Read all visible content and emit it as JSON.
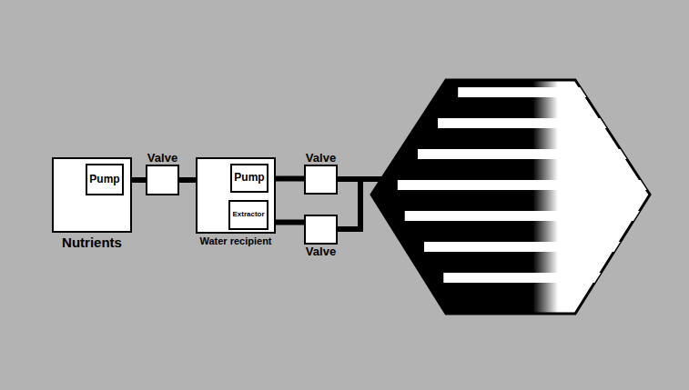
{
  "diagram": {
    "nodes": [
      {
        "text": [
          "Nutrients"
        ]
      },
      {
        "text": [
          "Pump"
        ],
        "in": 0
      },
      {
        "text": [
          "Valve"
        ]
      },
      {
        "text": [
          "Water recipient"
        ]
      },
      {
        "text": [
          "Pump"
        ],
        "in": 3
      },
      {
        "text": [
          "Extractor"
        ],
        "in": 3
      },
      {
        "text": [
          "Valve"
        ]
      },
      {
        "text": [
          "Valve"
        ]
      }
    ],
    "edges": [
      {
        "from": 0,
        "to": 2,
        "arrow": "none"
      },
      {
        "from": 2,
        "to": 3,
        "arrow": "none"
      },
      {
        "from": 4,
        "to": 6,
        "arrow": "none"
      },
      {
        "from": 5,
        "to": 7,
        "arrow": "none"
      }
    ]
  }
}
